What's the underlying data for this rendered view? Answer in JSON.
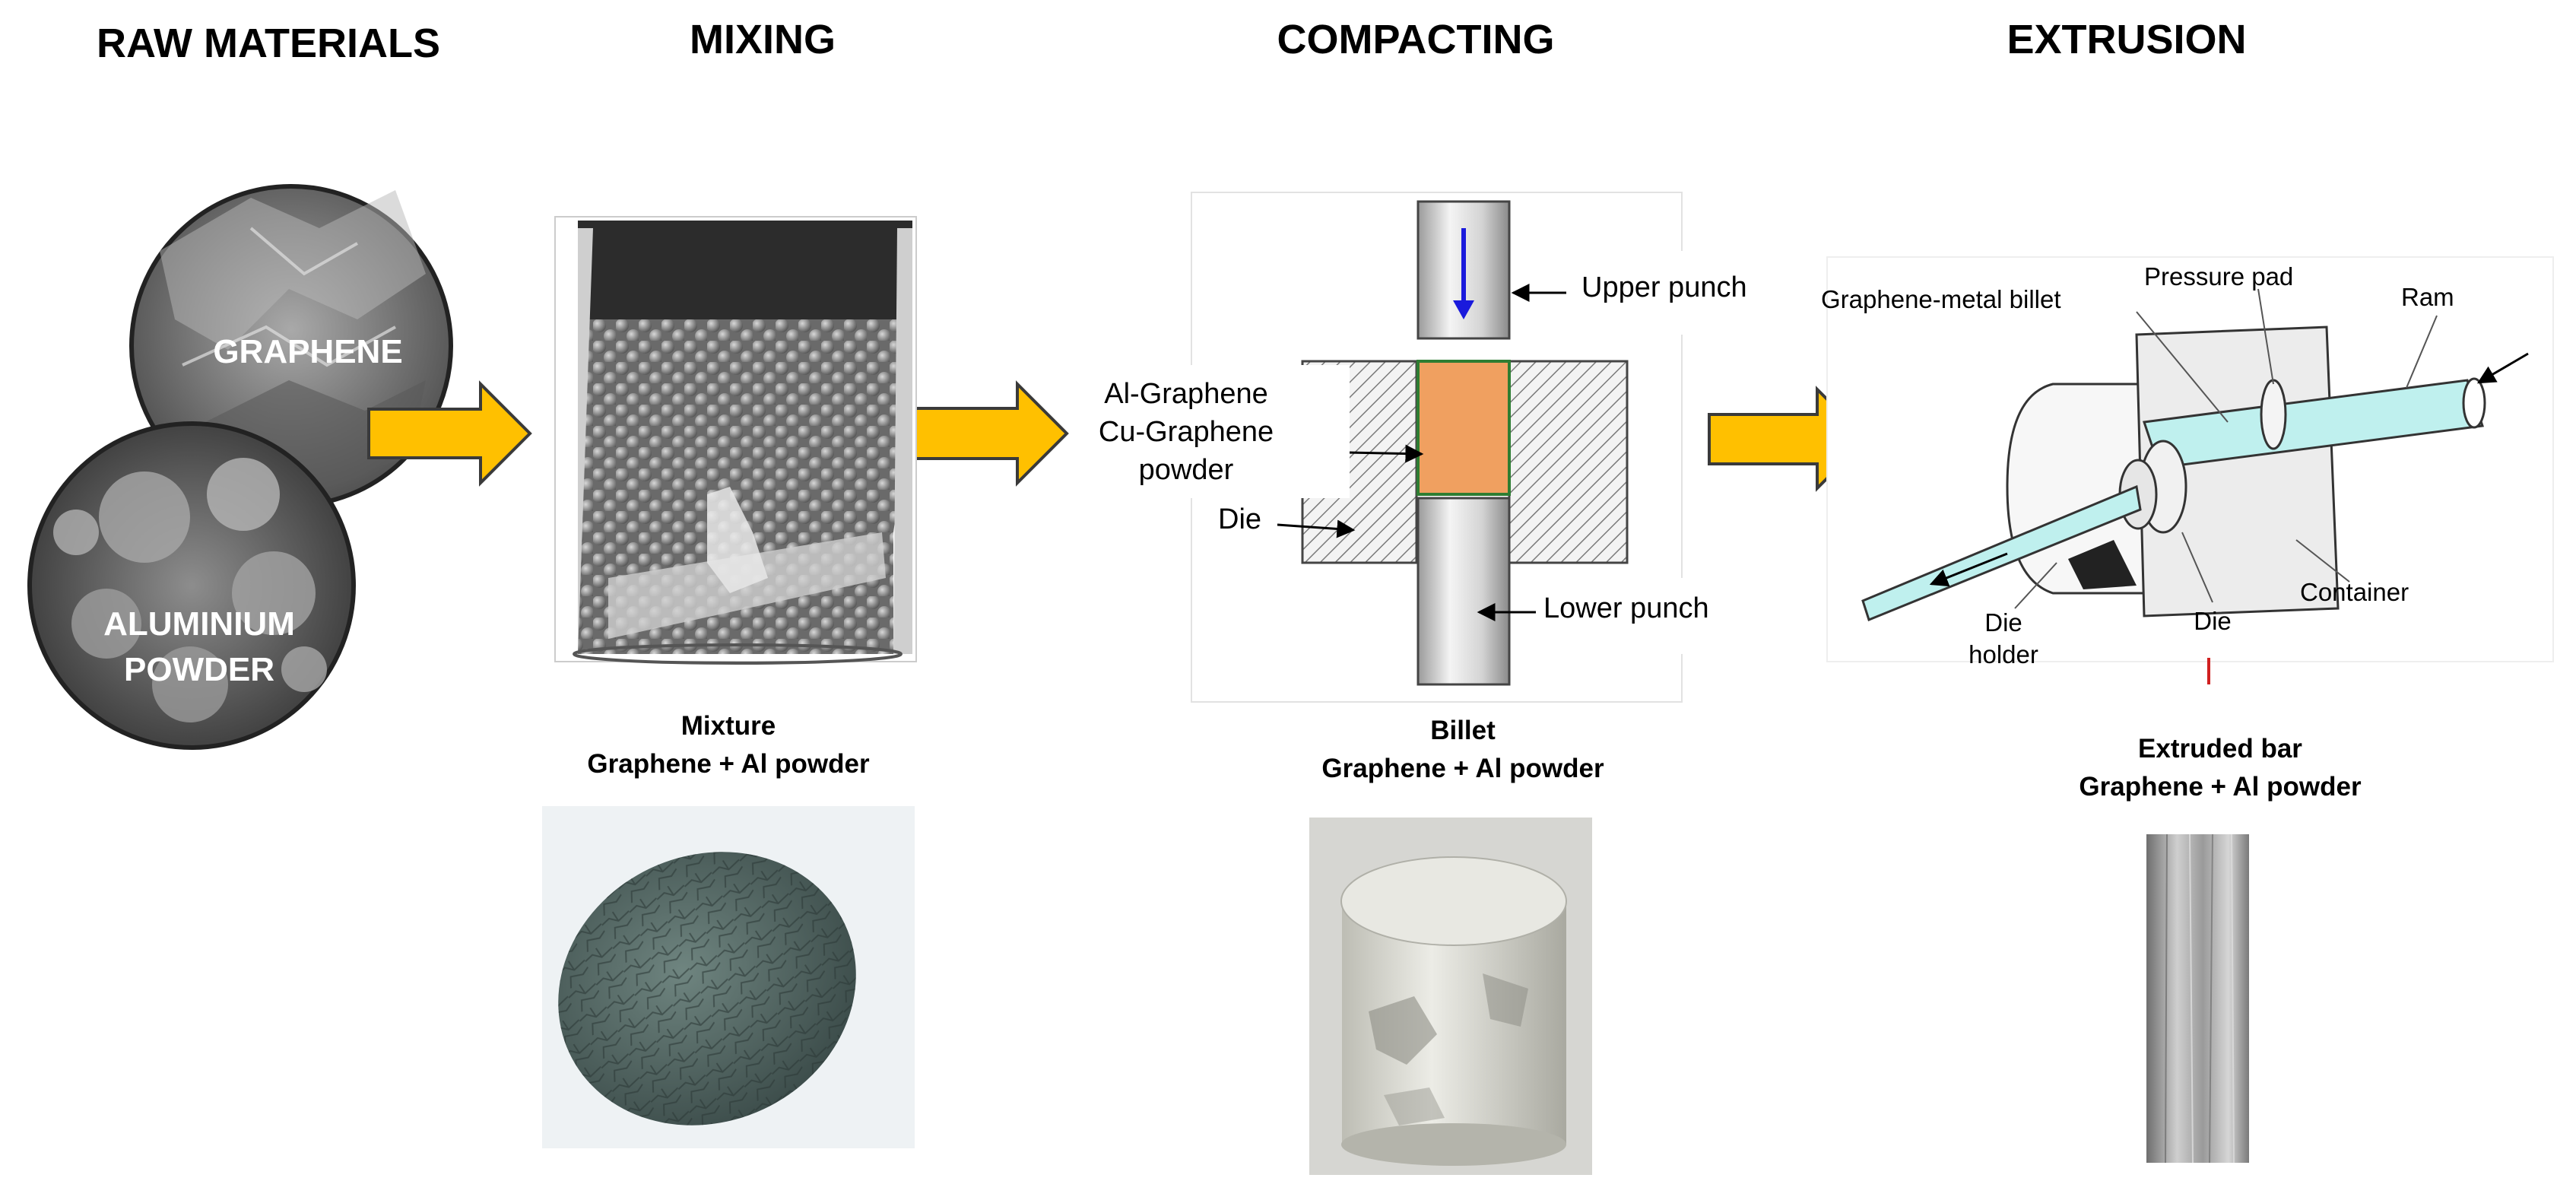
{
  "stages": {
    "raw_materials": "RAW MATERIALS",
    "mixing": "MIXING",
    "compacting": "COMPACTING",
    "extrusion": "EXTRUSION"
  },
  "raw": {
    "graphene": "GRAPHENE",
    "aluminium_line1": "ALUMINIUM",
    "aluminium_line2": "POWDER"
  },
  "mixing": {
    "caption_line1": "Mixture",
    "caption_line2": "Graphene + Al powder"
  },
  "compacting": {
    "upper_punch": "Upper punch",
    "lower_punch": "Lower punch",
    "die": "Die",
    "powder_line1": "Al-Graphene",
    "powder_line2": "Cu-Graphene",
    "powder_line3": "powder",
    "caption_line1": "Billet",
    "caption_line2": "Graphene + Al powder"
  },
  "extrusion": {
    "billet_label": "Graphene-metal billet",
    "pressure_pad": "Pressure pad",
    "ram": "Ram",
    "container": "Container",
    "die": "Die",
    "die_holder_line1": "Die",
    "die_holder_line2": "holder",
    "caption_line1": "Extruded bar",
    "caption_line2": "Graphene + Al powder"
  },
  "colors": {
    "arrow_fill": "#ffc000",
    "arrow_stroke": "#3a3a3a",
    "powder_fill": "#f0a060",
    "flow_arrow": "#1a1adc",
    "billet_cyan": "#bff0ee"
  }
}
